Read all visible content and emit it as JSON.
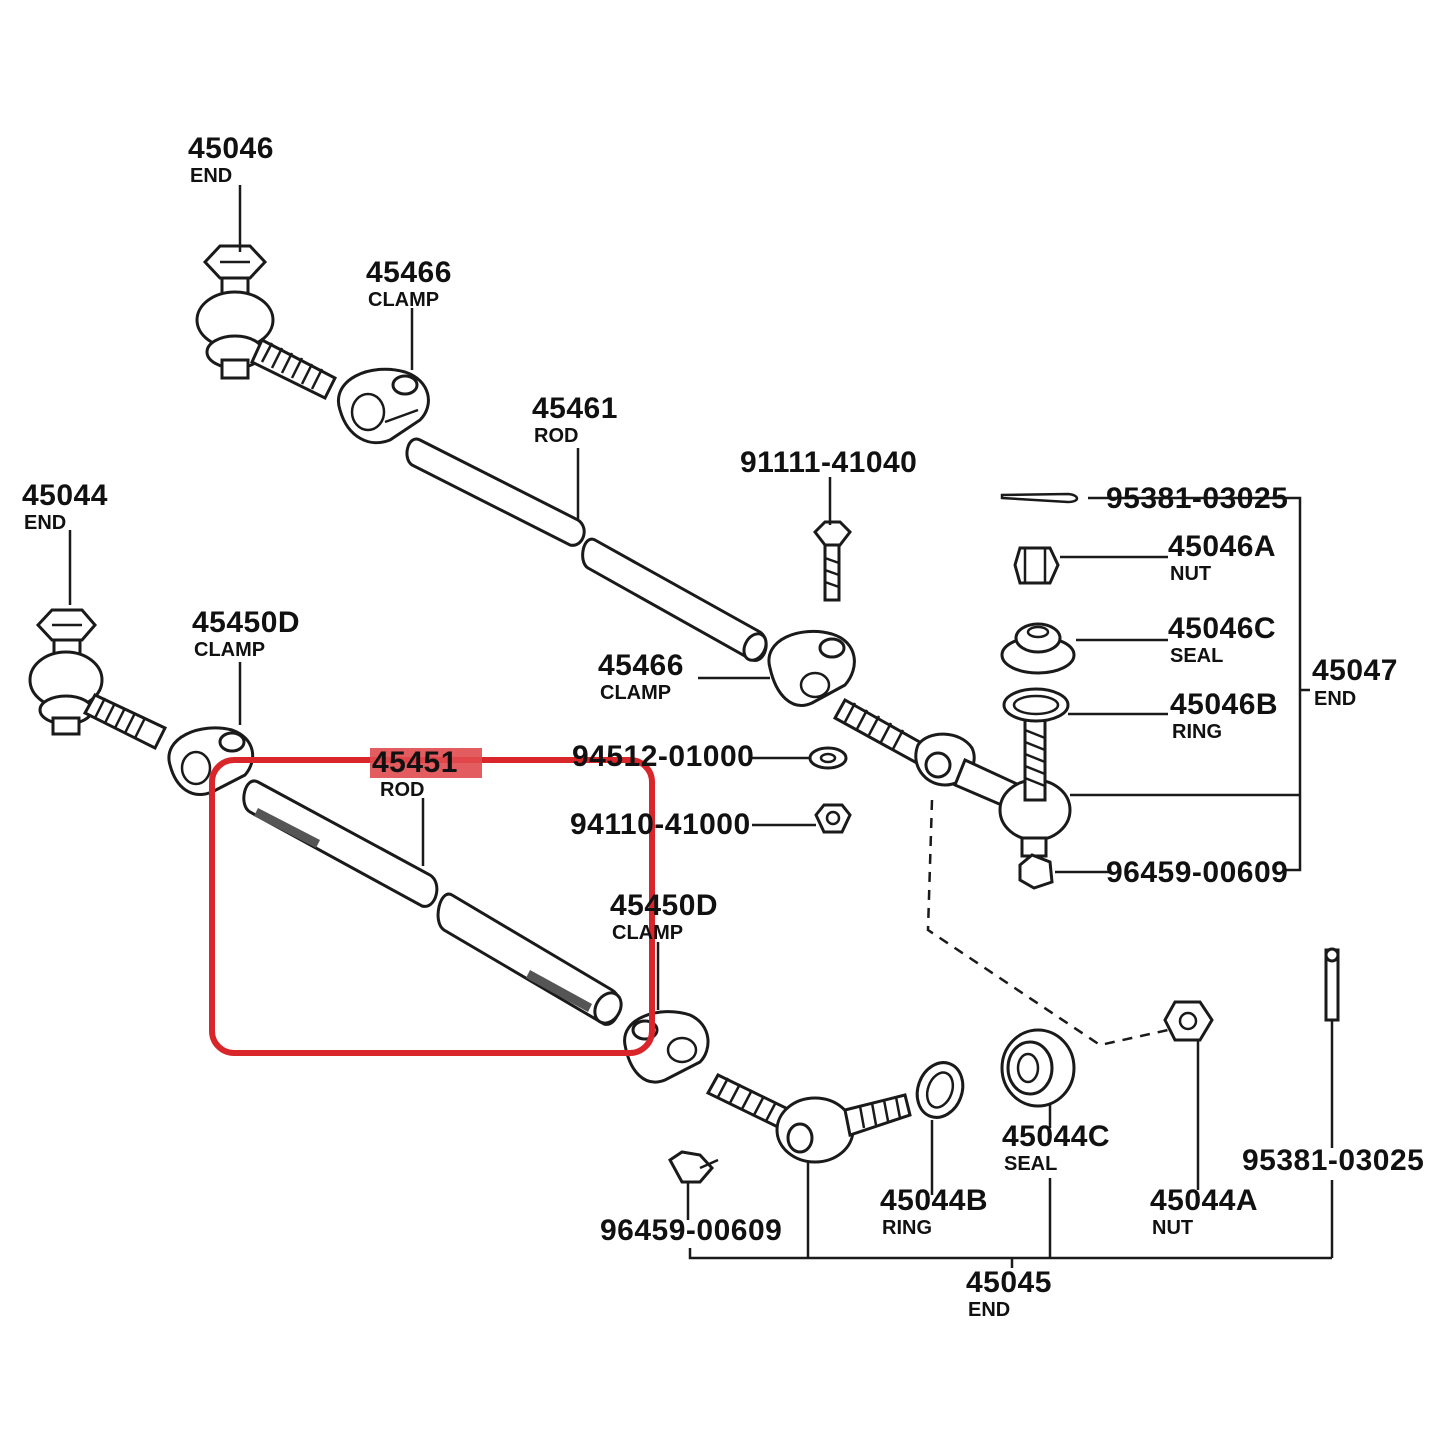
{
  "labels": {
    "end_45046": {
      "num": "45046",
      "word": "END"
    },
    "clamp_45466_top": {
      "num": "45466",
      "word": "CLAMP"
    },
    "rod_45461": {
      "num": "45461",
      "word": "ROD"
    },
    "bolt_91111": {
      "num": "91111-41040"
    },
    "pin_95381_top": {
      "num": "95381-03025"
    },
    "nut_45046A": {
      "num": "45046A",
      "word": "NUT"
    },
    "seal_45046C": {
      "num": "45046C",
      "word": "SEAL"
    },
    "end_45047": {
      "num": "45047",
      "word": "END"
    },
    "ring_45046B": {
      "num": "45046B",
      "word": "RING"
    },
    "fit_96459_right": {
      "num": "96459-00609"
    },
    "clamp_45466_mid": {
      "num": "45466",
      "word": "CLAMP"
    },
    "washer_94512": {
      "num": "94512-01000"
    },
    "nut_94110": {
      "num": "94110-41000"
    },
    "end_45044": {
      "num": "45044",
      "word": "END"
    },
    "clamp_45450D_left": {
      "num": "45450D",
      "word": "CLAMP"
    },
    "rod_45451": {
      "num": "45451",
      "word": "ROD"
    },
    "clamp_45450D_right": {
      "num": "45450D",
      "word": "CLAMP"
    },
    "fit_96459_bottom": {
      "num": "96459-00609"
    },
    "ring_45044B": {
      "num": "45044B",
      "word": "RING"
    },
    "seal_45044C": {
      "num": "45044C",
      "word": "SEAL"
    },
    "nut_45044A": {
      "num": "45044A",
      "word": "NUT"
    },
    "pin_95381_bottom": {
      "num": "95381-03025"
    },
    "end_45045": {
      "num": "45045",
      "word": "END"
    }
  },
  "highlight": {
    "color": "#d9262b",
    "target": "45451 ROD"
  }
}
